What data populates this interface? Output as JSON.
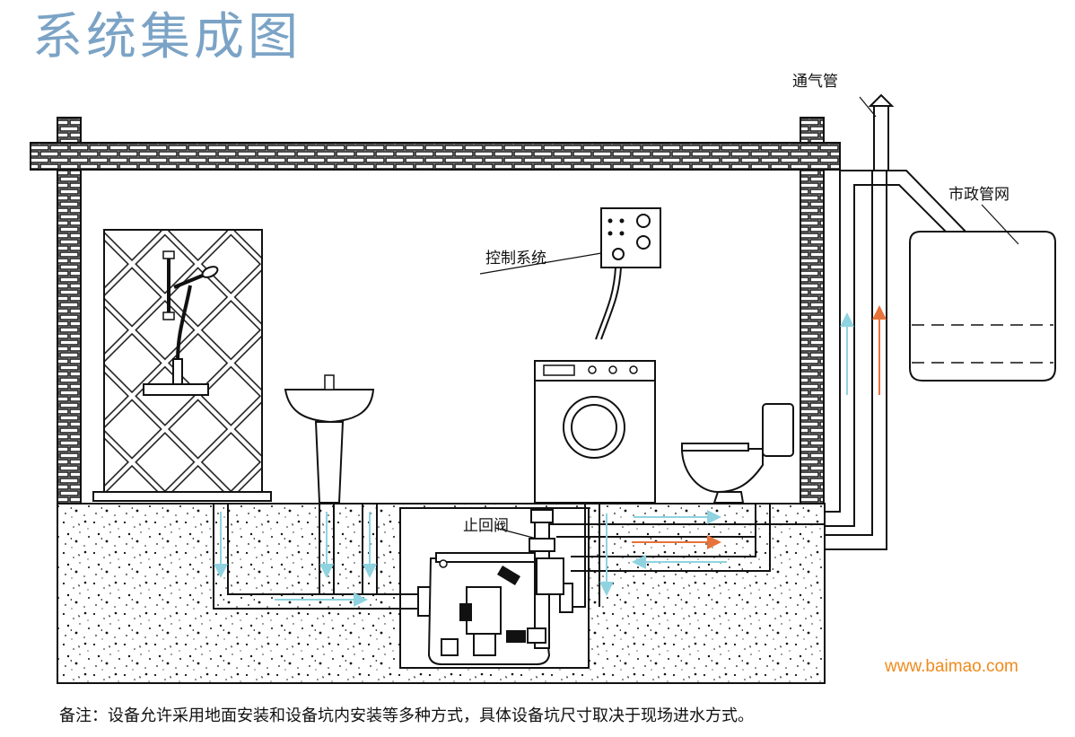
{
  "title": "系统集成图",
  "labels": {
    "vent_pipe": "通气管",
    "municipal_network": "市政管网",
    "control_system": "控制系统",
    "check_valve": "止回阀"
  },
  "watermark": "www.baimao.com",
  "footnote": "备注：设备允许采用地面安装和设备坑内安装等多种方式，具体设备坑尺寸取决于现场进水方式。",
  "colors": {
    "title": "#7ba3c6",
    "flow_cyan": "#8fd3e0",
    "flow_orange": "#e8733a",
    "watermark": "#f08a1c"
  }
}
